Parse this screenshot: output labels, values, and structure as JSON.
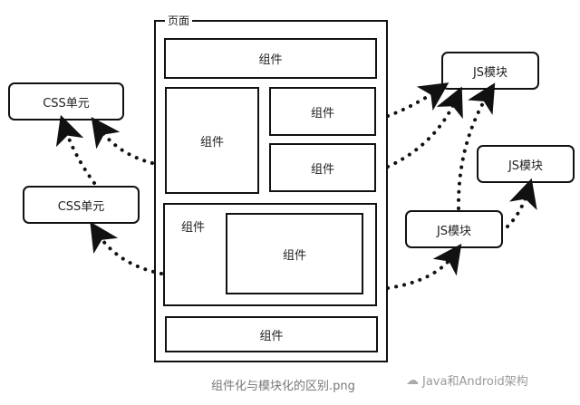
{
  "page": {
    "title": "页面"
  },
  "components": {
    "top": "组件",
    "left_tall": "组件",
    "right_upper": "组件",
    "right_lower": "组件",
    "container": "组件",
    "nested": "组件",
    "bottom": "组件"
  },
  "css_units": [
    {
      "label": "CSS单元"
    },
    {
      "label": "CSS单元"
    }
  ],
  "js_modules": [
    {
      "label": "JS模块"
    },
    {
      "label": "JS模块"
    },
    {
      "label": "JS模块"
    }
  ],
  "caption": "组件化与模块化的区别.png",
  "watermark": {
    "icon": "wechat-icon",
    "text": "Java和Android架构"
  }
}
